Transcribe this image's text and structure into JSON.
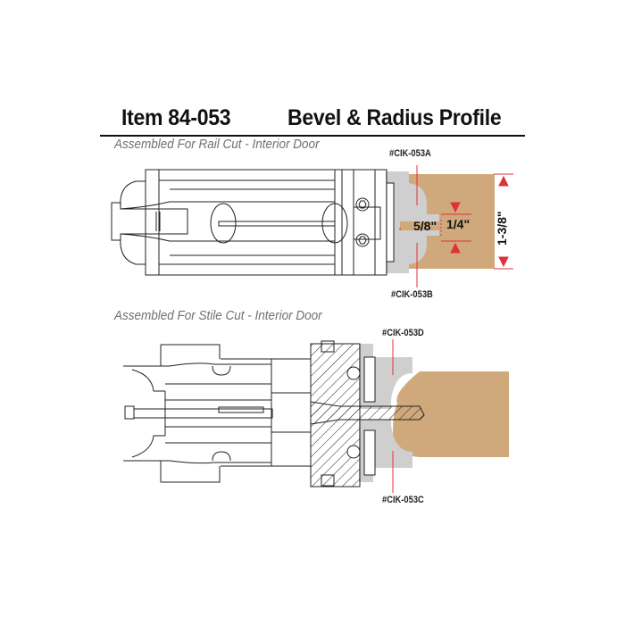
{
  "header": {
    "item": "Item 84-053",
    "profile": "Bevel & Radius Profile"
  },
  "rail_section": {
    "title": "Assembled For Rail Cut - Interior Door",
    "top_cutter_label": "#CIK-053A",
    "bottom_cutter_label": "#CIK-053B",
    "dimensions": {
      "groove_depth": "5/8\"",
      "groove_width": "1/4\"",
      "stock_thickness": "1-3/8\""
    }
  },
  "stile_section": {
    "title": "Assembled For Stile Cut - Interior Door",
    "top_cutter_label": "#CIK-053D",
    "bottom_cutter_label": "#CIK-053C"
  },
  "colors": {
    "wood": "#cfa97c",
    "cutter_gray": "#cfcfcf",
    "dimension_red": "#e0303a",
    "line": "#222222",
    "subtitle_gray": "#707070"
  }
}
